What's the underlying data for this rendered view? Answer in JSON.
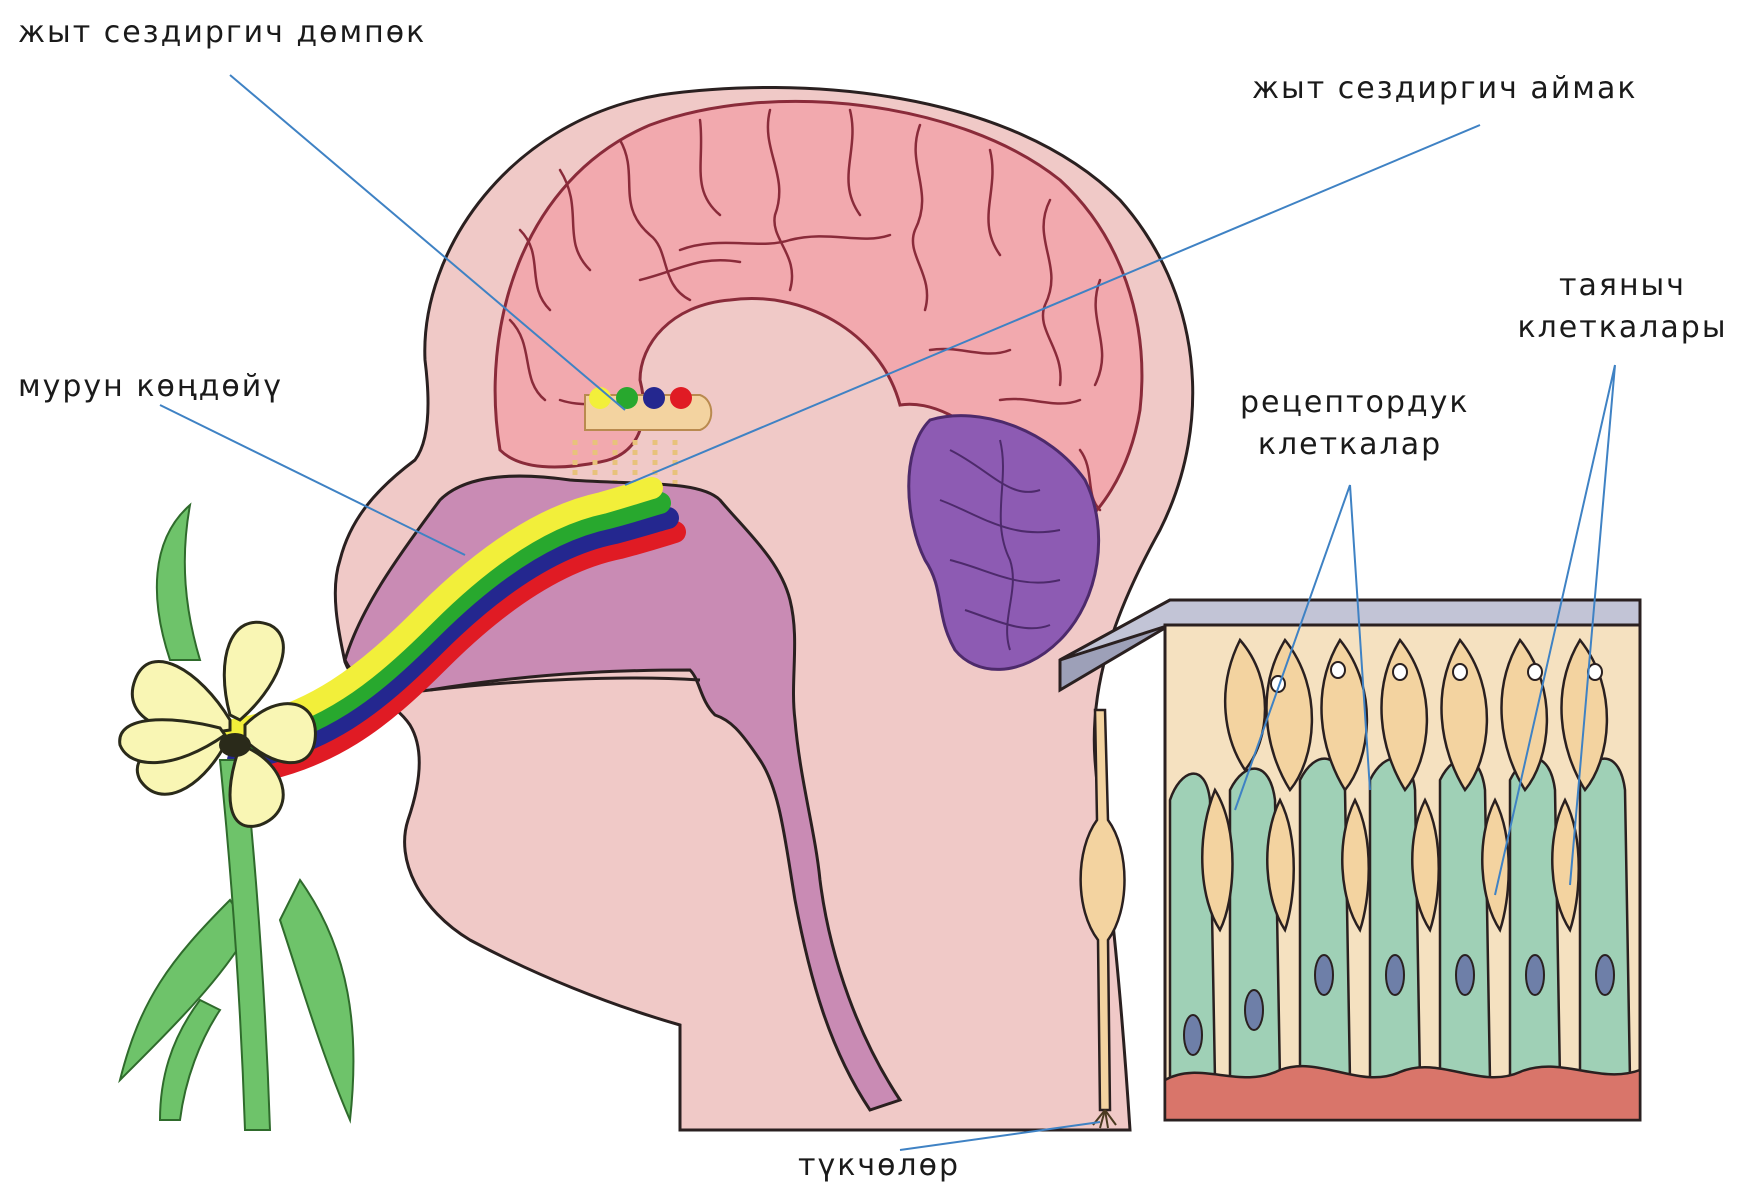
{
  "labels": {
    "olfactory_bulb": "жыт сездиргич дөмпөк",
    "olfactory_area": "жыт сездиргич аймак",
    "nasal_cavity": "мурун көңдөйү",
    "receptor_cells": "рецептордук клеткалар",
    "support_cells": "таяныч клеткалары",
    "cilia": "түкчөлөр"
  },
  "colors": {
    "skin": "#f0c9c7",
    "head_outline": "#2a2020",
    "brain": "#f2a9ae",
    "brain_gyri": "#8a2b3a",
    "cerebellum": "#8d5bb3",
    "nasal_cavity": "#c98bb4",
    "leader_line": "#3f82c4",
    "odor_bands": [
      "#f2ef3a",
      "#28a82e",
      "#24278f",
      "#e01b24"
    ],
    "flower_petal": "#f9f6b4",
    "flower_stem": "#6ec36a",
    "epithelium_plate": "#c2c4d6",
    "receptor_cell": "#f3d3a0",
    "support_cell": "#9fd0b6",
    "basal_tissue": "#d9756a"
  }
}
